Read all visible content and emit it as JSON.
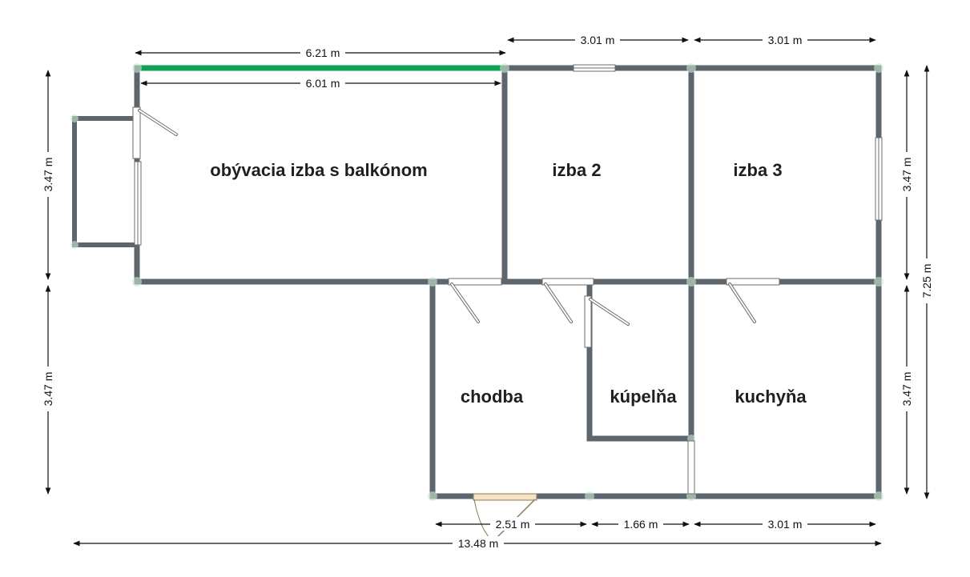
{
  "rooms": {
    "living": "obývacia izba s balkónom",
    "room2": "izba 2",
    "room3": "izba 3",
    "hall": "chodba",
    "bath": "kúpelňa",
    "kitchen": "kuchyňa"
  },
  "dimensions": {
    "top_outer": "6.21 m",
    "top_inner": "6.01 m",
    "top_room2": "3.01 m",
    "top_room3": "3.01 m",
    "left_upper": "3.47 m",
    "left_lower": "3.47 m",
    "right_upper": "3.47 m",
    "right_lower": "3.47 m",
    "right_total": "7.25 m",
    "bottom_hall": "2.51 m",
    "bottom_bath": "1.66 m",
    "bottom_kitchen": "3.01 m",
    "bottom_total": "13.48 m"
  },
  "colors": {
    "wall": "#5d666d",
    "highlight_wall": "#0fa05a",
    "entrance_door": "#f4e2c0"
  }
}
